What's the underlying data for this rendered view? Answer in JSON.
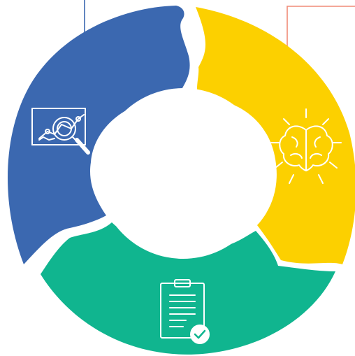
{
  "diagram": {
    "segments": [
      {
        "id": "analysis",
        "icon": "magnifier-chart-icon",
        "color": "#3b68b0"
      },
      {
        "id": "insight",
        "icon": "brain-icon",
        "color": "#fcd000"
      },
      {
        "id": "report",
        "icon": "clipboard-check-icon",
        "color": "#10b58f"
      }
    ],
    "connector_colors": {
      "blue": "#3b68b0",
      "coral": "#f08a77"
    },
    "icon_stroke_color": "#ffffff",
    "center_color": "#ffffff"
  }
}
